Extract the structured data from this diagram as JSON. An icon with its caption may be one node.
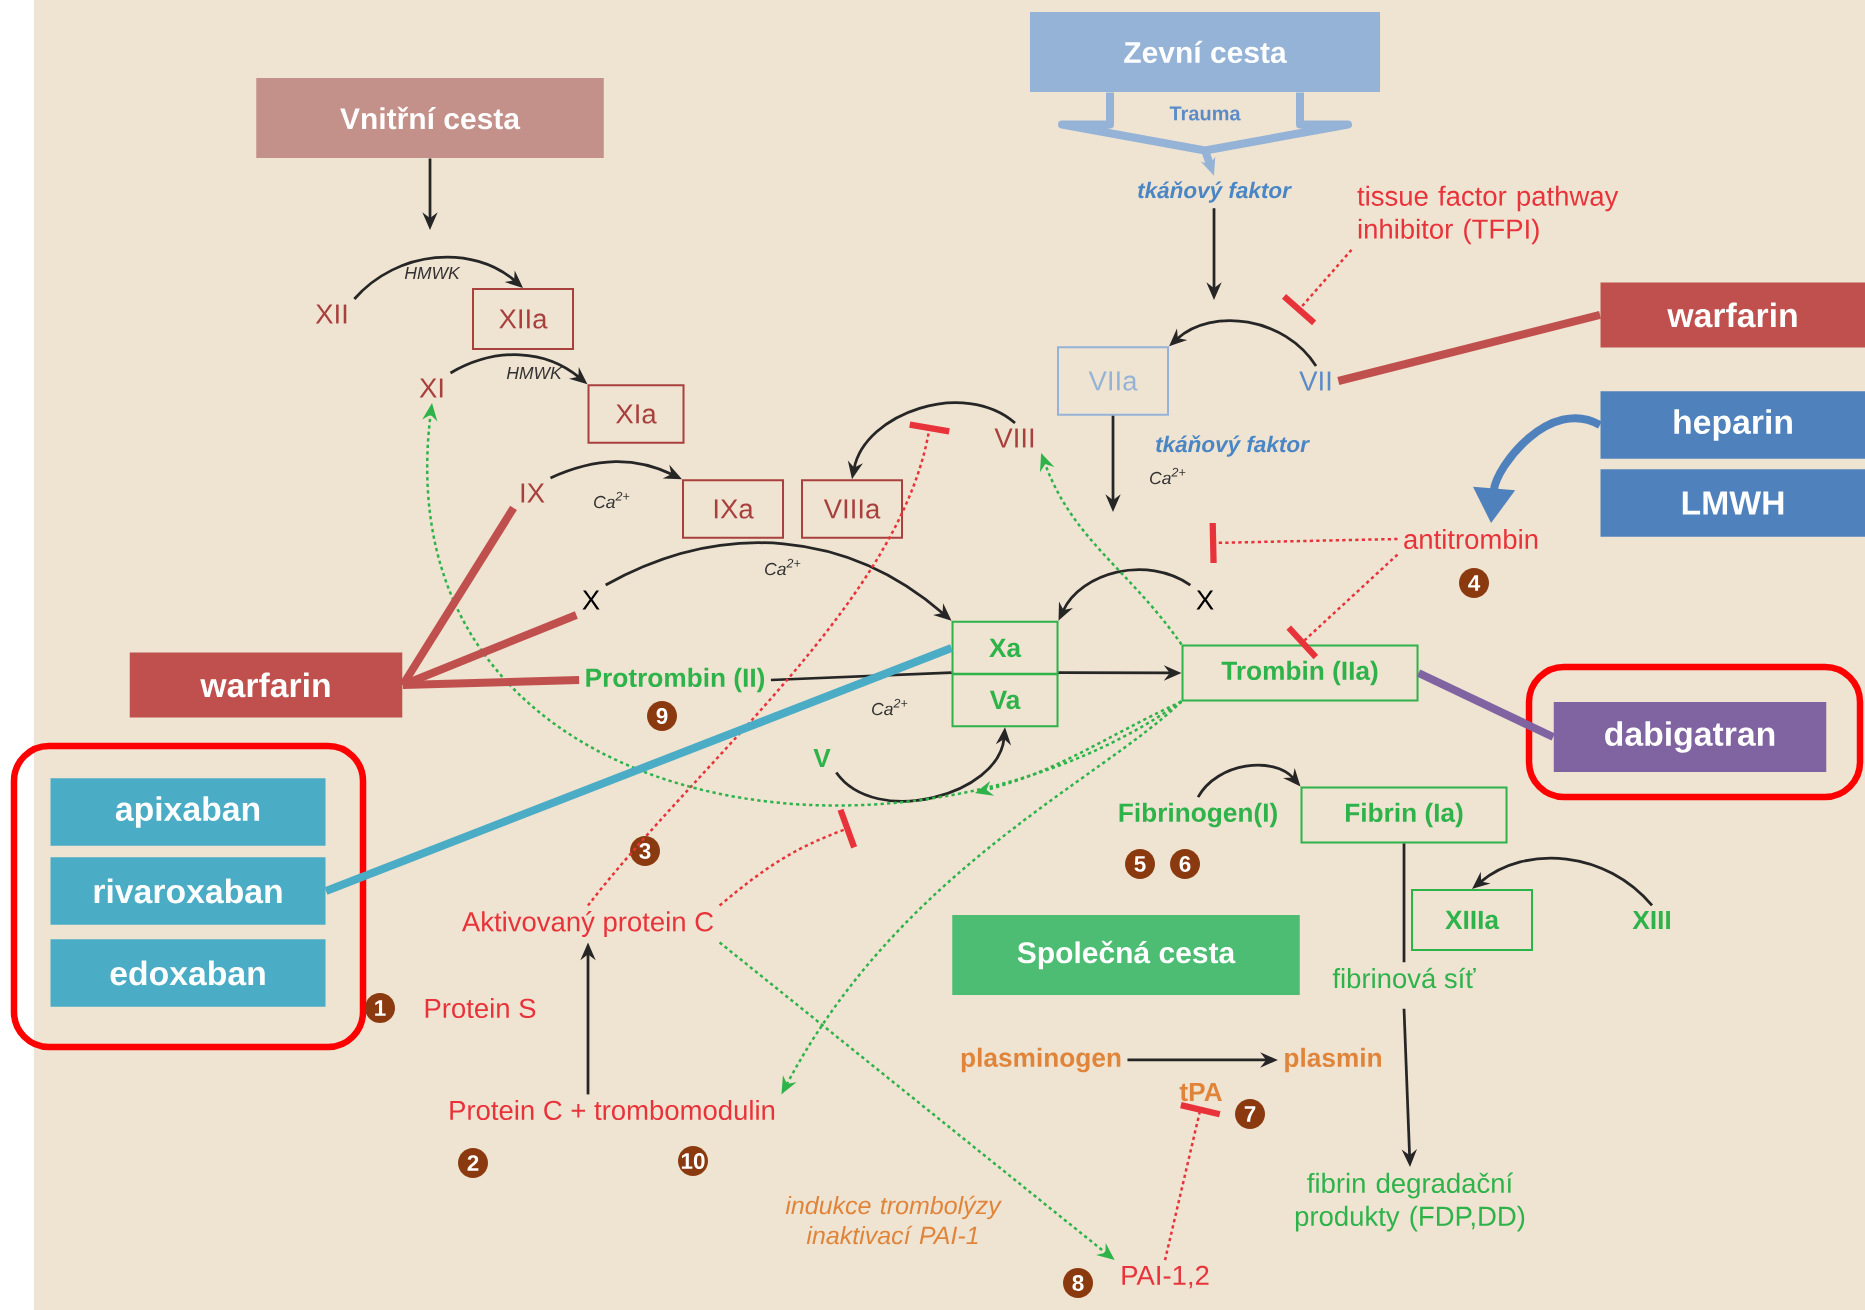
{
  "diagram": {
    "nodes": [
      {
        "text": [
          "Vnitřní cesta"
        ]
      },
      {
        "text": [
          "Zevní cesta"
        ],
        "beside": [
          "Trauma"
        ]
      },
      {
        "text": [
          "tkáňový faktor"
        ]
      },
      {
        "text": [
          "tissue factor pathway inhibitor (TFPI)"
        ]
      },
      {
        "text": [
          "XII"
        ]
      },
      {
        "text": [
          "XIIa"
        ]
      },
      {
        "text": [
          "XI"
        ]
      },
      {
        "text": [
          "XIa"
        ]
      },
      {
        "text": [
          "IX"
        ]
      },
      {
        "text": [
          "IXa"
        ]
      },
      {
        "text": [
          "VIIIa"
        ]
      },
      {
        "text": [
          "VIII"
        ]
      },
      {
        "text": [
          "VIIa"
        ]
      },
      {
        "text": [
          "VII"
        ]
      },
      {
        "text": [
          "tkáňový faktor"
        ]
      },
      {
        "text": [
          "X"
        ]
      },
      {
        "text": [
          "X"
        ]
      },
      {
        "text": [
          "antitrombin"
        ]
      },
      {
        "text": [
          "Xa"
        ]
      },
      {
        "text": [
          "Va"
        ]
      },
      {
        "text": [
          "Trombin (IIa)"
        ]
      },
      {
        "text": [
          "Protrombin (II)"
        ]
      },
      {
        "text": [
          "V"
        ]
      },
      {
        "text": [
          "Fibrinogen(I)"
        ]
      },
      {
        "text": [
          "Fibrin (Ia)"
        ]
      },
      {
        "text": [
          "XIIIa"
        ]
      },
      {
        "text": [
          "XIII"
        ]
      },
      {
        "text": [
          "fibrinová síť"
        ]
      },
      {
        "text": [
          "Společná cesta"
        ]
      },
      {
        "text": [
          "Aktivovaný protein C"
        ]
      },
      {
        "text": [
          "Protein S"
        ]
      },
      {
        "text": [
          "Protein C + trombomodulin"
        ]
      },
      {
        "text": [
          "plasminogen"
        ]
      },
      {
        "text": [
          "plasmin"
        ]
      },
      {
        "text": [
          "tPA"
        ]
      },
      {
        "text": [
          "fibrin degradační produkty (FDP,DD)"
        ]
      },
      {
        "text": [
          "PAI-1,2"
        ]
      },
      {
        "text": [
          "indukce trombolýzy inaktivací PAI-1"
        ]
      },
      {
        "text": [
          "warfarin"
        ]
      },
      {
        "text": [
          "heparin"
        ]
      },
      {
        "text": [
          "LMWH"
        ]
      },
      {
        "text": [
          "warfarin"
        ]
      },
      {
        "text": [
          "apixaban"
        ]
      },
      {
        "text": [
          "rivaroxaban"
        ]
      },
      {
        "text": [
          "edoxaban"
        ]
      },
      {
        "text": [
          "dabigatran"
        ]
      }
    ],
    "edges": [
      {
        "from": 0,
        "to": null,
        "arrow": "to"
      },
      {
        "from": 4,
        "to": 5,
        "arrow": "to"
      },
      {
        "from": 6,
        "to": 7,
        "arrow": "to"
      },
      {
        "from": 8,
        "to": 9,
        "arrow": "to"
      },
      {
        "from": 11,
        "to": 10,
        "arrow": "to"
      },
      {
        "from": 13,
        "to": 12,
        "arrow": "to"
      },
      {
        "from": 2,
        "to": null,
        "arrow": "to"
      },
      {
        "from": 12,
        "to": null,
        "arrow": "to"
      },
      {
        "from": 15,
        "to": 18,
        "arrow": "to"
      },
      {
        "from": 16,
        "to": 18,
        "arrow": "to"
      },
      {
        "from": 21,
        "to": 19,
        "arrow": "none"
      },
      {
        "from": 19,
        "to": 20,
        "arrow": "to"
      },
      {
        "from": 22,
        "to": 19,
        "arrow": "to"
      },
      {
        "from": 23,
        "to": 24,
        "arrow": "to"
      },
      {
        "from": 24,
        "to": 27,
        "arrow": "none"
      },
      {
        "from": 26,
        "to": 25,
        "arrow": "to"
      },
      {
        "from": 27,
        "to": 35,
        "arrow": "to"
      },
      {
        "from": 32,
        "to": 33,
        "arrow": "to"
      },
      {
        "from": 31,
        "to": 29,
        "arrow": "to"
      },
      {
        "from": 29,
        "to": 36,
        "arrow": "to",
        "style": "dashed",
        "color": "#2db34a"
      },
      {
        "from": 36,
        "to": 34,
        "arrow": "other",
        "style": "dashed",
        "color": "#e8333a"
      },
      {
        "from": 3,
        "to": null,
        "arrow": "other",
        "style": "dashed",
        "color": "#e8333a"
      },
      {
        "from": 17,
        "to": 16,
        "arrow": "other",
        "style": "dashed",
        "color": "#e8333a"
      },
      {
        "from": 17,
        "to": 20,
        "arrow": "other",
        "style": "dashed",
        "color": "#e8333a"
      },
      {
        "from": 29,
        "to": null,
        "arrow": "other",
        "style": "dashed",
        "color": "#e8333a"
      },
      {
        "from": 29,
        "to": 22,
        "arrow": "other",
        "style": "dashed",
        "color": "#e8333a"
      },
      {
        "from": 20,
        "to": 6,
        "arrow": "to",
        "style": "dashed",
        "color": "#2db34a"
      },
      {
        "from": 20,
        "to": 11,
        "arrow": "to",
        "style": "dashed",
        "color": "#2db34a"
      },
      {
        "from": 20,
        "to": null,
        "arrow": "to",
        "style": "dashed",
        "color": "#2db34a"
      },
      {
        "from": 20,
        "to": 31,
        "arrow": "to",
        "style": "dashed",
        "color": "#2db34a"
      },
      {
        "from": 38,
        "to": 13,
        "arrow": "none",
        "style": "thick",
        "color": "#c0504d"
      },
      {
        "from": 41,
        "to": 8,
        "arrow": "none",
        "style": "thick",
        "color": "#c0504d"
      },
      {
        "from": 41,
        "to": 15,
        "arrow": "none",
        "style": "thick",
        "color": "#c0504d"
      },
      {
        "from": 41,
        "to": 21,
        "arrow": "none",
        "style": "thick",
        "color": "#c0504d"
      },
      {
        "from": 43,
        "to": 18,
        "arrow": "none",
        "style": "thick",
        "color": "#4bacc6"
      },
      {
        "from": 45,
        "to": 20,
        "arrow": "none",
        "style": "thick",
        "color": "#8064a2"
      },
      {
        "from": 39,
        "to": 17,
        "arrow": "to",
        "style": "thick",
        "color": "#4f81bd"
      },
      {
        "from": 1,
        "to": 2,
        "arrow": "to",
        "style": "thick",
        "color": "#95b3d7"
      }
    ],
    "labels": [
      "HMWK",
      "HMWK",
      "Ca$^{2+}$",
      "Ca$^{2+}$",
      "Ca$^{2+}$",
      "Ca$^{2+}$",
      "9",
      "3",
      "1",
      "2",
      "10",
      "4",
      "5",
      "6",
      "7",
      "8"
    ]
  }
}
